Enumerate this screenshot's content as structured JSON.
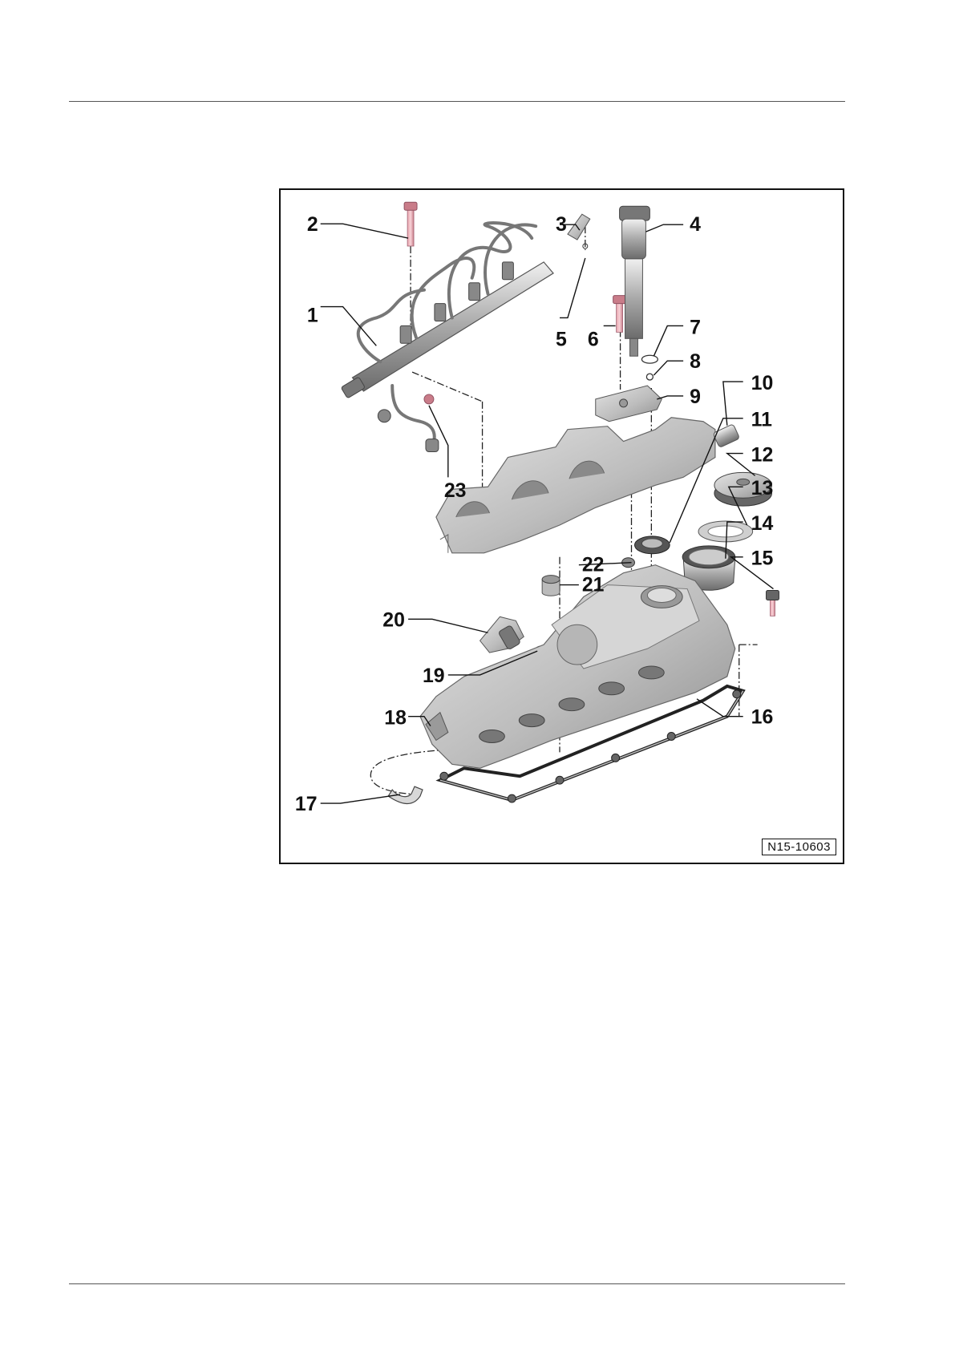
{
  "figure": {
    "id": "N15-10603",
    "callouts": [
      {
        "number": "1"
      },
      {
        "number": "2"
      },
      {
        "number": "3"
      },
      {
        "number": "4"
      },
      {
        "number": "5"
      },
      {
        "number": "6"
      },
      {
        "number": "7"
      },
      {
        "number": "8"
      },
      {
        "number": "9"
      },
      {
        "number": "10"
      },
      {
        "number": "11"
      },
      {
        "number": "12"
      },
      {
        "number": "13"
      },
      {
        "number": "14"
      },
      {
        "number": "15"
      },
      {
        "number": "16"
      },
      {
        "number": "17"
      },
      {
        "number": "18"
      },
      {
        "number": "19"
      },
      {
        "number": "20"
      },
      {
        "number": "21"
      },
      {
        "number": "22"
      },
      {
        "number": "23"
      }
    ]
  }
}
